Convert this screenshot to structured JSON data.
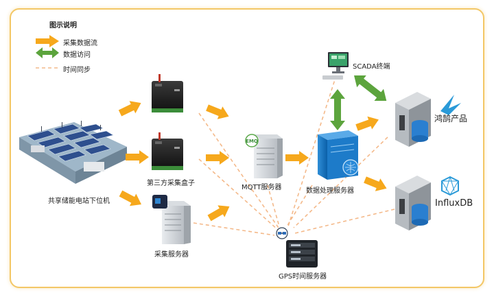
{
  "legend": {
    "title": "图示说明",
    "items": [
      {
        "label": "采集数据流",
        "kind": "arrow",
        "color": "#f6a81c"
      },
      {
        "label": "数据访问",
        "kind": "double-arrow",
        "color": "#5ca43d"
      },
      {
        "label": "时间同步",
        "kind": "dashed",
        "color": "#f4b98a"
      }
    ]
  },
  "nodes": {
    "station": "共享储能电站下位机",
    "box": "第三方采集盒子",
    "collector": "采集服务器",
    "mqtt": "MQTT服务器",
    "mqtt_badge": "EMQ",
    "processing": "数据处理服务器",
    "scada": "SCADA终端",
    "honghu": "鸿鹄产品",
    "influx": "InfluxDB",
    "gps": "GPS时间服务器"
  },
  "colors": {
    "flow": "#f6a81c",
    "access": "#5ca43d",
    "sync": "#f4b98a",
    "frame": "#f3c766"
  }
}
